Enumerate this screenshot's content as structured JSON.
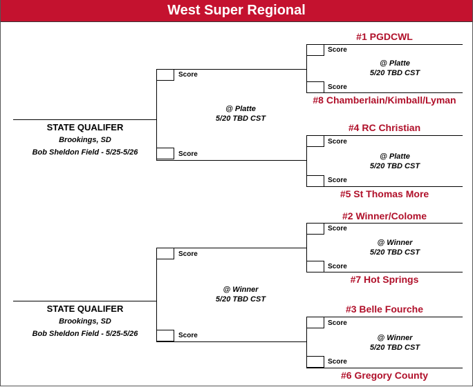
{
  "title": "West Super Regional",
  "score_label": "Score",
  "qualifiers": [
    {
      "title": "STATE QUALIFER",
      "city": "Brookings, SD",
      "venue": "Bob Sheldon Field - 5/25-5/26"
    },
    {
      "title": "STATE QUALIFER",
      "city": "Brookings, SD",
      "venue": "Bob Sheldon Field - 5/25-5/26"
    }
  ],
  "teams": [
    "#1 PGDCWL",
    "#8 Chamberlain/Kimball/Lyman",
    "#4 RC Christian",
    "#5 St Thomas More",
    "#2 Winner/Colome",
    "#7 Hot Springs",
    "#3 Belle Fourche",
    "#6 Gregory County"
  ],
  "first_round_sites": [
    {
      "location": "@ Platte",
      "time": "5/20 TBD CST"
    },
    {
      "location": "@ Platte",
      "time": "5/20 TBD CST"
    },
    {
      "location": "@ Winner",
      "time": "5/20 TBD CST"
    },
    {
      "location": "@ Winner",
      "time": "5/20 TBD CST"
    }
  ],
  "second_round_sites": [
    {
      "location": "@ Platte",
      "time": "5/20 TBD CST"
    },
    {
      "location": "@ Winner",
      "time": "5/20 TBD CST"
    }
  ]
}
